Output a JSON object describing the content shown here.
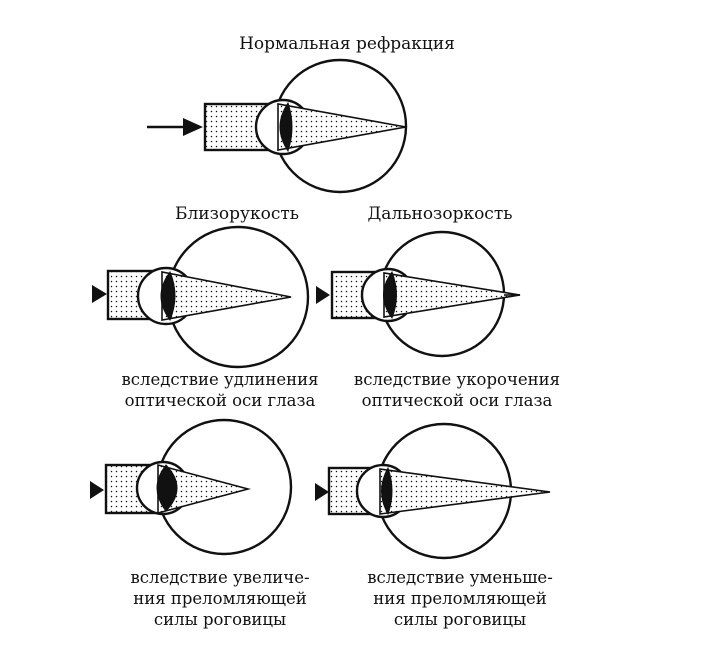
{
  "title": "Нормальная рефракция",
  "headings": {
    "myopia": "Близорукость",
    "hyperopia": "Дальнозоркость"
  },
  "captions": {
    "myopia_axial": [
      "вследствие удлинения",
      "оптической оси глаза"
    ],
    "hyperopia_axial": [
      "вследствие укорочения",
      "оптической оси глаза"
    ],
    "myopia_refractive": [
      "вследствие увеличе-",
      "ния преломляющей",
      "силы роговицы"
    ],
    "hyperopia_refractive": [
      "вследствие уменьше-",
      "ния преломляющей",
      "силы роговицы"
    ]
  },
  "colors": {
    "ink": "#111111",
    "background": "#ffffff"
  }
}
